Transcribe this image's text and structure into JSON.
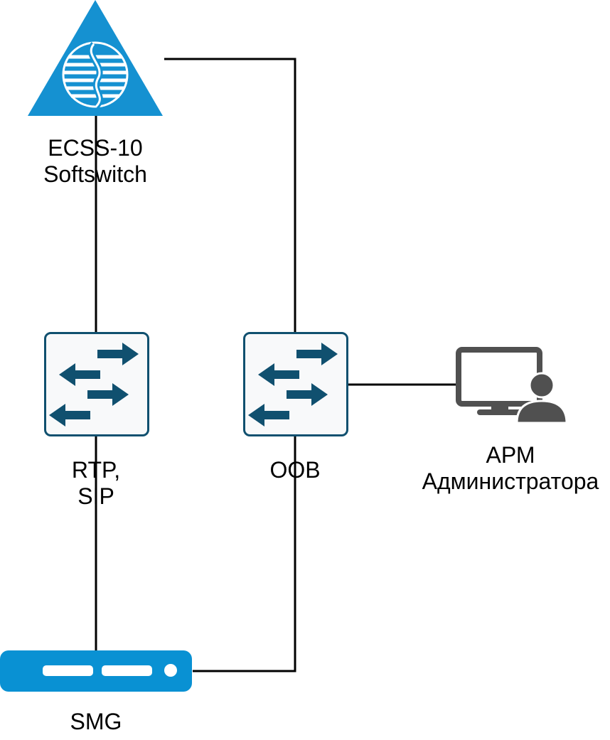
{
  "diagram": {
    "colors": {
      "softswitch_blue": "#1591D1",
      "switch_stroke": "#10506F",
      "switch_fill": "#F8F9FA",
      "arm_gray": "#505050",
      "smg_blue": "#0991D3",
      "line": "#000000"
    },
    "nodes": [
      {
        "id": "ecss",
        "label": "ECSS-10\nSoftswitch",
        "icon": "softswitch-triangle-icon"
      },
      {
        "id": "sw_rtp",
        "label": "RTP,\nSIP",
        "icon": "network-switch-icon"
      },
      {
        "id": "sw_oob",
        "label": "OOB",
        "icon": "network-switch-icon"
      },
      {
        "id": "arm",
        "label": "АРМ\nАдминистратора",
        "icon": "admin-workstation-icon"
      },
      {
        "id": "smg",
        "label": "SMG",
        "icon": "gateway-device-icon"
      }
    ],
    "edges": [
      {
        "from": "ecss",
        "to": "sw_rtp"
      },
      {
        "from": "ecss",
        "to": "sw_oob"
      },
      {
        "from": "sw_rtp",
        "to": "smg"
      },
      {
        "from": "sw_oob",
        "to": "smg"
      },
      {
        "from": "sw_oob",
        "to": "arm"
      }
    ]
  }
}
